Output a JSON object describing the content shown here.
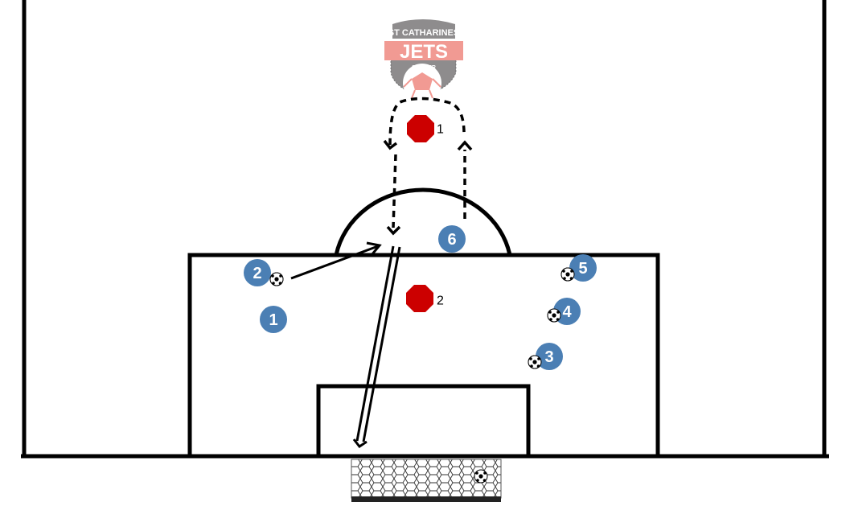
{
  "logo": {
    "top_text": "ST CATHARINES",
    "main_text": "JETS",
    "sub_text": "SOCCER"
  },
  "colors": {
    "player": "#4b7fb4",
    "cone": "#cc0000",
    "line": "#000000",
    "logo_grey": "#8e8c8d",
    "logo_pink": "#f19a93"
  },
  "players": [
    {
      "label": "1"
    },
    {
      "label": "2"
    },
    {
      "label": "3"
    },
    {
      "label": "4"
    },
    {
      "label": "5"
    },
    {
      "label": "6"
    }
  ],
  "cones": [
    {
      "label": "1"
    },
    {
      "label": "2"
    }
  ]
}
